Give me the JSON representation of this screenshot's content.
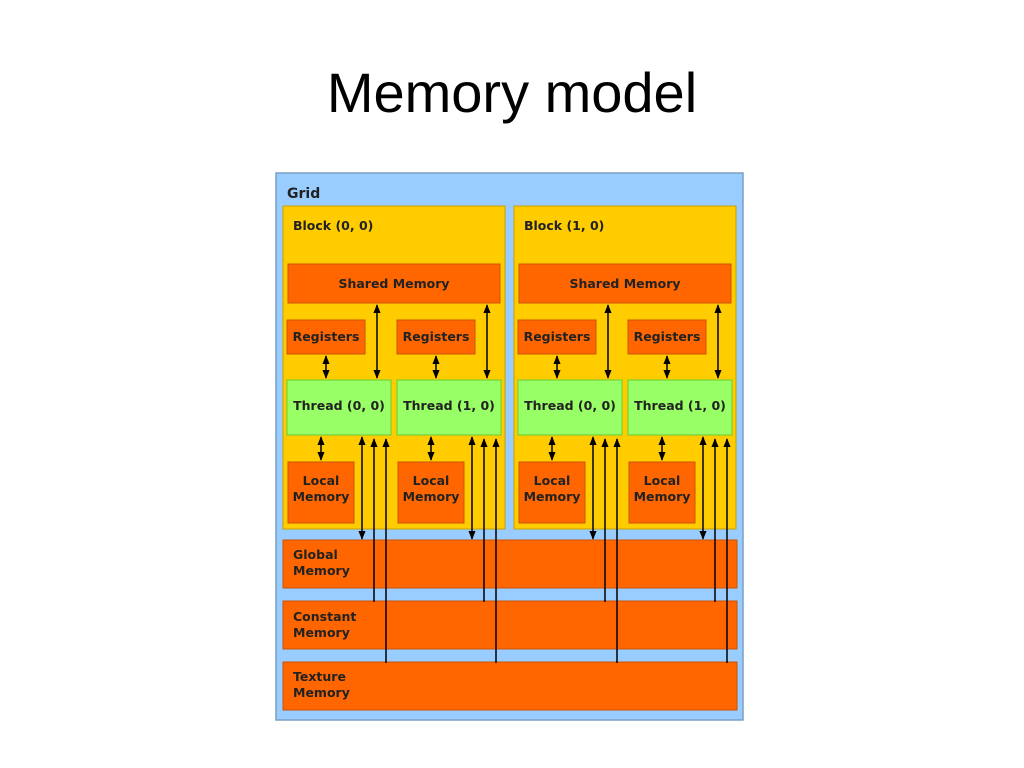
{
  "slide": {
    "title": "Memory model"
  },
  "diagram": {
    "grid_label": "Grid",
    "blocks": [
      {
        "label": "Block (0, 0)",
        "shared_memory": "Shared Memory",
        "threads": [
          {
            "registers": "Registers",
            "thread": "Thread (0, 0)",
            "local": [
              "Local",
              "Memory"
            ]
          },
          {
            "registers": "Registers",
            "thread": "Thread (1, 0)",
            "local": [
              "Local",
              "Memory"
            ]
          }
        ]
      },
      {
        "label": "Block (1, 0)",
        "shared_memory": "Shared Memory",
        "threads": [
          {
            "registers": "Registers",
            "thread": "Thread (0, 0)",
            "local": [
              "Local",
              "Memory"
            ]
          },
          {
            "registers": "Registers",
            "thread": "Thread (1, 0)",
            "local": [
              "Local",
              "Memory"
            ]
          }
        ]
      }
    ],
    "global_memory": [
      "Global",
      "Memory"
    ],
    "constant_memory": [
      "Constant",
      "Memory"
    ],
    "texture_memory": [
      "Texture",
      "Memory"
    ],
    "colors": {
      "grid_bg": "#99ccff",
      "block_bg": "#ffcc00",
      "memory": "#ff6600",
      "thread": "#99ff66",
      "arrow": "#000000"
    }
  }
}
